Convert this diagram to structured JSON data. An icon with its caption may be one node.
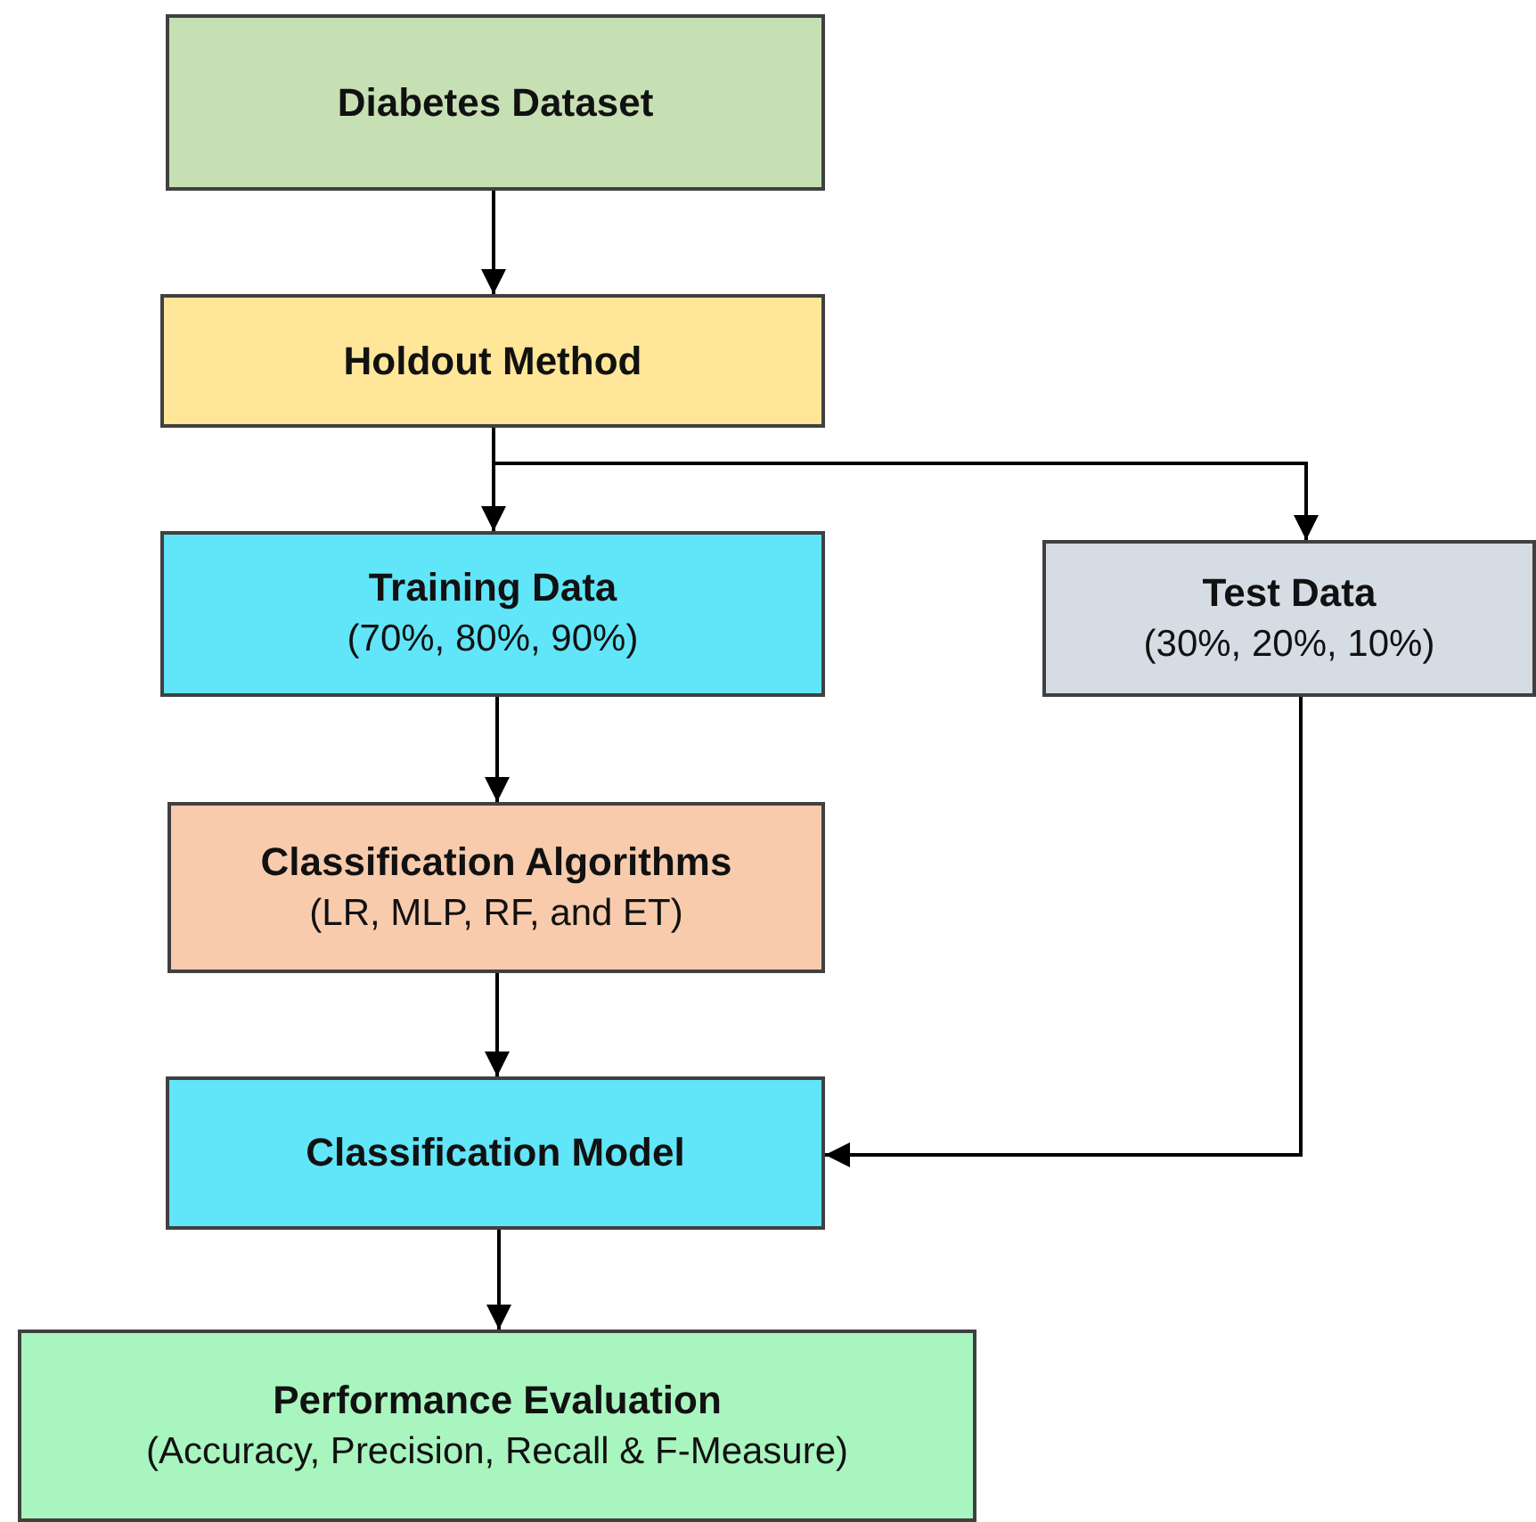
{
  "diagram": {
    "nodes": [
      {
        "text": [
          "Diabetes Dataset"
        ]
      },
      {
        "text": [
          "Holdout Method"
        ]
      },
      {
        "text": [
          "Training Data",
          "(70%, 80%, 90%)"
        ]
      },
      {
        "text": [
          "Test Data",
          "(30%, 20%, 10%)"
        ]
      },
      {
        "text": [
          "Classification Algorithms",
          "(LR, MLP, RF, and ET)"
        ]
      },
      {
        "text": [
          "Classification Model"
        ]
      },
      {
        "text": [
          "Performance Evaluation",
          "(Accuracy, Precision, Recall & F-Measure)"
        ]
      }
    ],
    "edges": [
      {
        "from": 0,
        "to": 1,
        "arrow": "to"
      },
      {
        "from": 1,
        "to": 2,
        "arrow": "to"
      },
      {
        "from": 1,
        "to": 3,
        "arrow": "to"
      },
      {
        "from": 2,
        "to": 4,
        "arrow": "to"
      },
      {
        "from": 3,
        "to": 5,
        "arrow": "to"
      },
      {
        "from": 4,
        "to": 5,
        "arrow": "to"
      },
      {
        "from": 5,
        "to": 6,
        "arrow": "to"
      }
    ]
  }
}
